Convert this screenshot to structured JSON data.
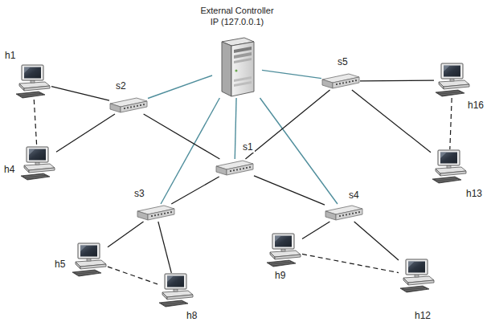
{
  "diagram": {
    "nodes": [
      {
        "text": [
          "External Controller",
          "IP (127.0.0.1)"
        ]
      },
      {
        "text": [
          "s1"
        ]
      },
      {
        "text": [
          "s2"
        ]
      },
      {
        "text": [
          "s3"
        ]
      },
      {
        "text": [
          "s4"
        ]
      },
      {
        "text": [
          "s5"
        ]
      },
      {
        "text": [
          "h1"
        ]
      },
      {
        "text": [
          "h4"
        ]
      },
      {
        "text": [
          "h5"
        ]
      },
      {
        "text": [
          "h8"
        ]
      },
      {
        "text": [
          "h9"
        ]
      },
      {
        "text": [
          "h12"
        ]
      },
      {
        "text": [
          "h13"
        ]
      },
      {
        "text": [
          "h16"
        ]
      }
    ],
    "edges": [
      {
        "from": 0,
        "to": 1,
        "arrow": "none"
      },
      {
        "from": 0,
        "to": 2,
        "arrow": "none"
      },
      {
        "from": 0,
        "to": 3,
        "arrow": "none"
      },
      {
        "from": 0,
        "to": 4,
        "arrow": "none"
      },
      {
        "from": 0,
        "to": 5,
        "arrow": "none"
      },
      {
        "from": 2,
        "to": 6,
        "arrow": "none"
      },
      {
        "from": 2,
        "to": 7,
        "arrow": "none"
      },
      {
        "from": 2,
        "to": 1,
        "arrow": "none"
      },
      {
        "from": 1,
        "to": 3,
        "arrow": "none"
      },
      {
        "from": 1,
        "to": 4,
        "arrow": "none"
      },
      {
        "from": 1,
        "to": 5,
        "arrow": "none"
      },
      {
        "from": 3,
        "to": 8,
        "arrow": "none"
      },
      {
        "from": 3,
        "to": 9,
        "arrow": "none"
      },
      {
        "from": 4,
        "to": 10,
        "arrow": "none"
      },
      {
        "from": 4,
        "to": 11,
        "arrow": "none"
      },
      {
        "from": 5,
        "to": 13,
        "arrow": "none"
      },
      {
        "from": 5,
        "to": 12,
        "arrow": "none"
      },
      {
        "from": 6,
        "to": 7,
        "arrow": "none"
      },
      {
        "from": 8,
        "to": 9,
        "arrow": "none"
      },
      {
        "from": 10,
        "to": 11,
        "arrow": "none"
      },
      {
        "from": 13,
        "to": 12,
        "arrow": "none"
      }
    ]
  }
}
